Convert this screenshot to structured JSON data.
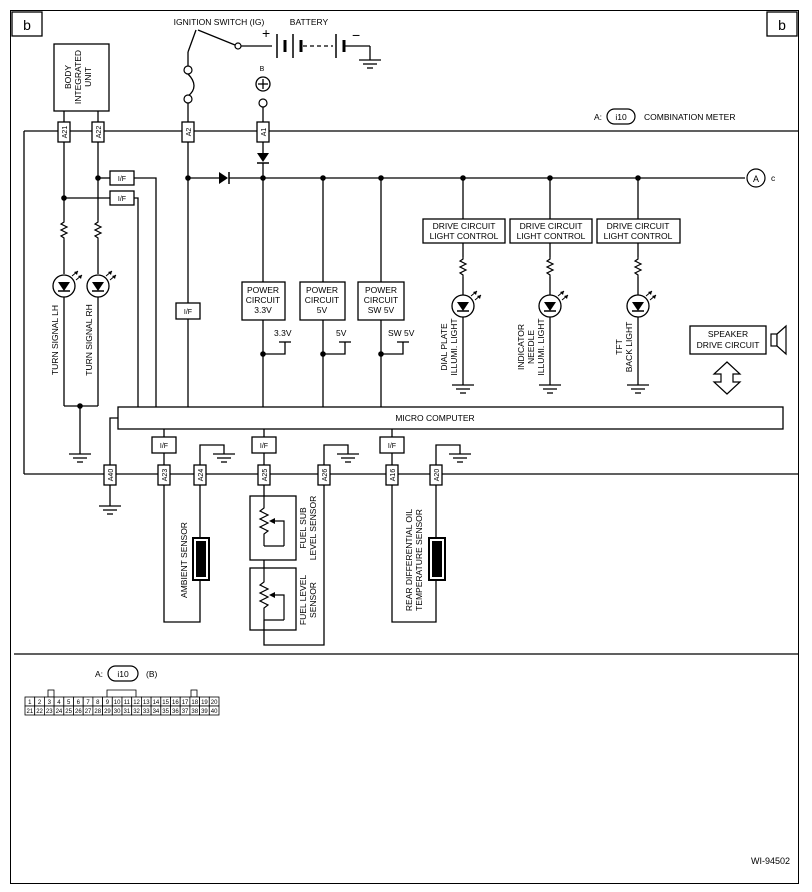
{
  "frame": {
    "corner_left": "b",
    "corner_right": "b",
    "figure_id": "WI-94502"
  },
  "power": {
    "ignition_label": "IGNITION SWITCH (IG)",
    "battery_label": "BATTERY",
    "plus": "+",
    "minus": "−",
    "b_terminal": "B"
  },
  "meter": {
    "prefix": "A:",
    "connector": "i10",
    "name": "COMBINATION METER"
  },
  "biu": {
    "label_lines": [
      "BODY",
      "INTEGRATED",
      "UNIT"
    ]
  },
  "pins": {
    "a21": "A21",
    "a22": "A22",
    "a2": "A2",
    "a1": "A1",
    "a40": "A40",
    "a23": "A23",
    "a24": "A24",
    "a25": "A25",
    "a26": "A26",
    "a16": "A16",
    "a20": "A20"
  },
  "if_label": "I/F",
  "ref": {
    "circle": "A",
    "letter": "c"
  },
  "power_circuits": [
    {
      "lines": [
        "POWER",
        "CIRCUIT",
        "3.3V"
      ],
      "out": "3.3V"
    },
    {
      "lines": [
        "POWER",
        "CIRCUIT",
        "5V"
      ],
      "out": "5V"
    },
    {
      "lines": [
        "POWER",
        "CIRCUIT",
        "SW 5V"
      ],
      "out": "SW 5V"
    }
  ],
  "drive_circuits": [
    {
      "lines": [
        "DRIVE CIRCUIT",
        "LIGHT CONTROL"
      ],
      "lamp": [
        "DIAL PLATE",
        "ILLUMI. LIGHT"
      ]
    },
    {
      "lines": [
        "DRIVE CIRCUIT",
        "LIGHT CONTROL"
      ],
      "lamp": [
        "INDICATOR",
        "NEEDLE",
        "ILLUMI. LIGHT"
      ]
    },
    {
      "lines": [
        "DRIVE CIRCUIT",
        "LIGHT CONTROL"
      ],
      "lamp": [
        "TFT",
        "BACK LIGHT"
      ]
    }
  ],
  "speaker": {
    "lines": [
      "SPEAKER",
      "DRIVE CIRCUIT"
    ]
  },
  "micro": {
    "label": "MICRO COMPUTER"
  },
  "turn": {
    "lh": "TURN SIGNAL LH",
    "rh": "TURN SIGNAL RH"
  },
  "sensors": {
    "ambient": "AMBIENT SENSOR",
    "fuel_sub": [
      "FUEL SUB",
      "LEVEL SENSOR"
    ],
    "fuel_level": [
      "FUEL LEVEL",
      "SENSOR"
    ],
    "rear_diff": [
      "REAR DIFFERENTIAL OIL",
      "TEMPERATURE SENSOR"
    ]
  },
  "connector_view": {
    "prefix": "A:",
    "name": "i10",
    "suffix": "(B)",
    "row1": [
      "1",
      "2",
      "3",
      "4",
      "5",
      "6",
      "7",
      "8",
      "9",
      "10",
      "11",
      "12",
      "13",
      "14",
      "15",
      "16",
      "17",
      "18",
      "19",
      "20"
    ],
    "row2": [
      "21",
      "22",
      "23",
      "24",
      "25",
      "26",
      "27",
      "28",
      "29",
      "30",
      "31",
      "32",
      "33",
      "34",
      "35",
      "36",
      "37",
      "38",
      "39",
      "40"
    ]
  }
}
